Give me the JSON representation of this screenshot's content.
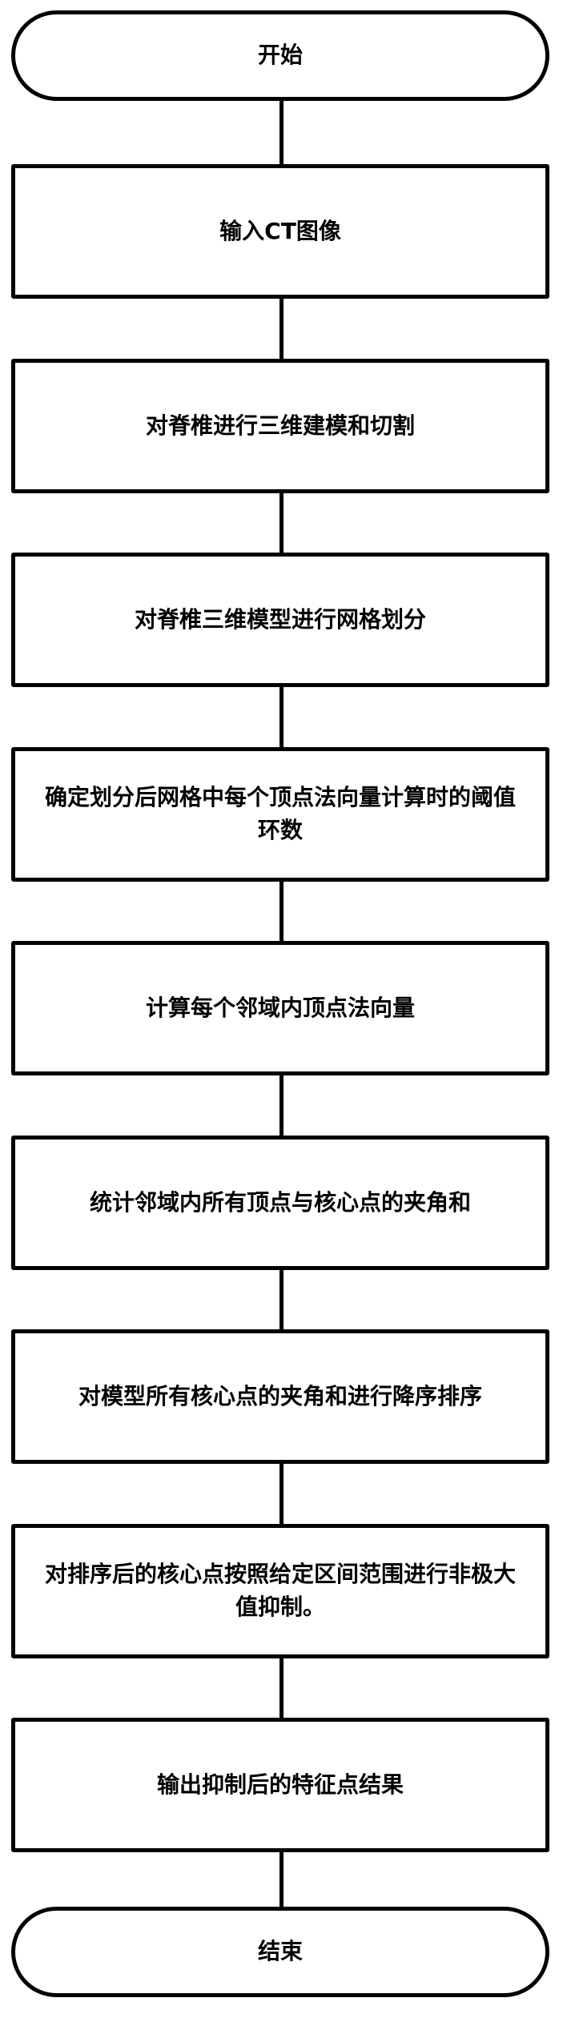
{
  "flowchart": {
    "start": "开始",
    "steps": [
      "输入CT图像",
      "对脊椎进行三维建模和切割",
      "对脊椎三维模型进行网格划分",
      "确定划分后网格中每个顶点法向量计算时的阈值环数",
      "计算每个邻域内顶点法向量",
      "统计邻域内所有顶点与核心点的夹角和",
      "对模型所有核心点的夹角和进行降序排序",
      "对排序后的核心点按照给定区间范围进行非极大值抑制。",
      "输出抑制后的特征点结果"
    ],
    "end": "结束"
  }
}
